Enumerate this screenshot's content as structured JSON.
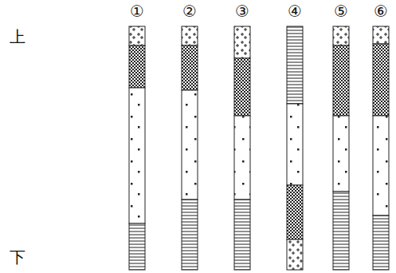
{
  "diagram": {
    "labels": [
      "①",
      "②",
      "③",
      "④",
      "⑤",
      "⑥",
      "上",
      "下"
    ]
  }
}
